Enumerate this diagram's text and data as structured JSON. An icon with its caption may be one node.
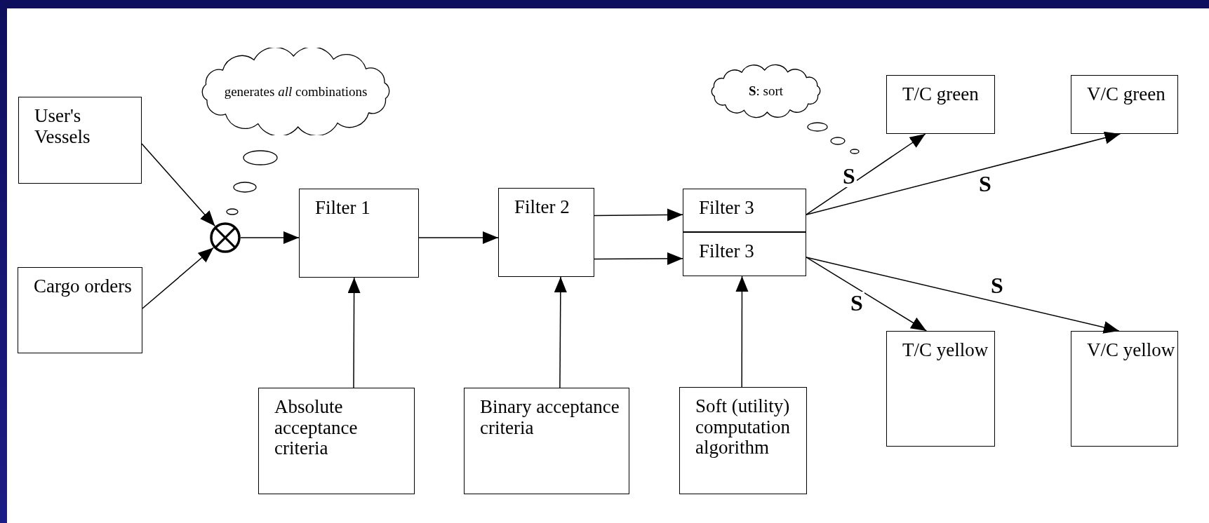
{
  "diagram": {
    "nodes": [
      {
        "text": [
          "generates *all* combinations"
        ]
      },
      {
        "text": [
          "User's Vessels"
        ]
      },
      {
        "text": [
          "Cargo orders"
        ]
      },
      {
        "text": [],
        "shape": "circle"
      },
      {
        "text": [
          "Filter 1"
        ]
      },
      {
        "text": [
          "Filter 2"
        ]
      },
      {
        "text": [
          "**S**: sort"
        ]
      },
      {
        "text": [
          "Filter 3"
        ]
      },
      {
        "text": [
          "Filter 3"
        ]
      },
      {
        "text": [
          "T/C green"
        ]
      },
      {
        "text": [
          "V/C green"
        ]
      },
      {
        "text": [
          "T/C yellow"
        ]
      },
      {
        "text": [
          "V/C yellow"
        ]
      },
      {
        "text": [
          "Absolute acceptance criteria"
        ]
      },
      {
        "text": [
          "Binary acceptance criteria"
        ]
      },
      {
        "text": [
          "Soft (utility) computation algorithm"
        ]
      }
    ],
    "edges": [
      {
        "from": 1,
        "to": 3,
        "arrow": "to"
      },
      {
        "from": 2,
        "to": 3,
        "arrow": "to"
      },
      {
        "from": 3,
        "to": 4,
        "arrow": "to"
      },
      {
        "from": 4,
        "to": 5,
        "arrow": "to"
      },
      {
        "from": 5,
        "to": 7,
        "arrow": "to"
      },
      {
        "from": 5,
        "to": 8,
        "arrow": "to"
      },
      {
        "from": 13,
        "to": 4,
        "arrow": "to"
      },
      {
        "from": 14,
        "to": 5,
        "arrow": "to"
      },
      {
        "from": 15,
        "to": 8,
        "arrow": "to"
      },
      {
        "from": 7,
        "to": 9,
        "label": "S",
        "arrow": "to"
      },
      {
        "from": 7,
        "to": 10,
        "label": "S",
        "arrow": "to"
      },
      {
        "from": 8,
        "to": 11,
        "label": "S",
        "arrow": "to"
      },
      {
        "from": 8,
        "to": 12,
        "label": "S",
        "arrow": "to"
      }
    ]
  }
}
